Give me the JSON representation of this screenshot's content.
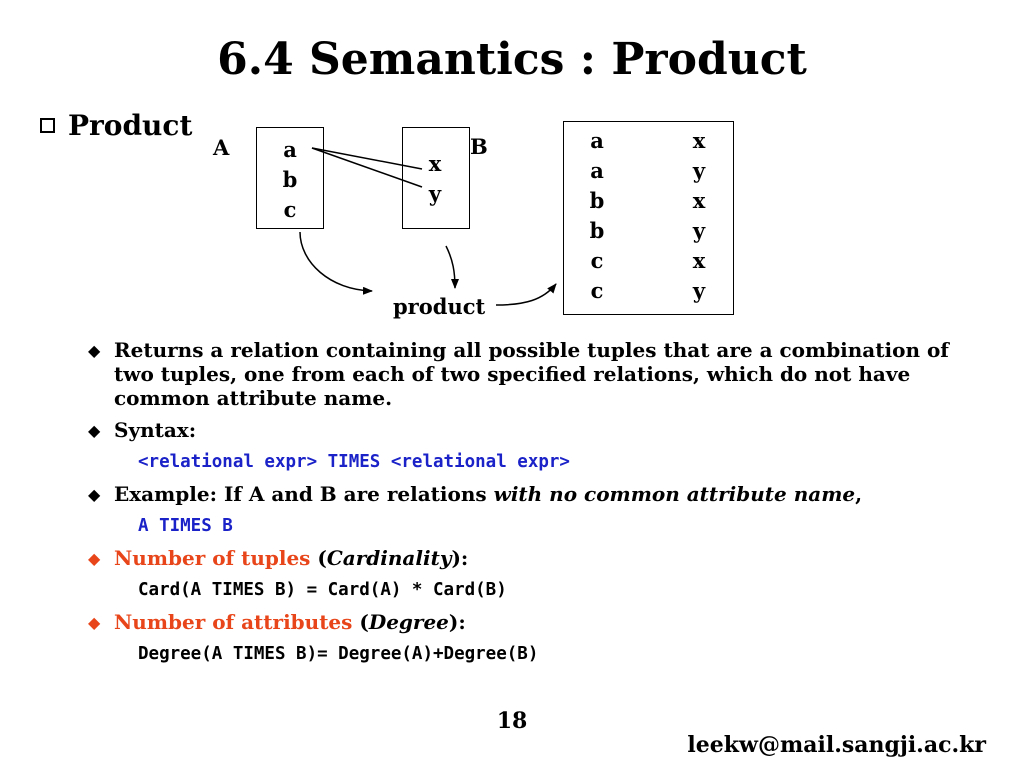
{
  "title": "6.4 Semantics : Product",
  "heading": "Product",
  "diagram": {
    "label_a": "A",
    "label_b": "B",
    "a_values": [
      "a",
      "b",
      "c"
    ],
    "b_values": [
      "x",
      "y"
    ],
    "result_rows": [
      [
        "a",
        "x"
      ],
      [
        "a",
        "y"
      ],
      [
        "b",
        "x"
      ],
      [
        "b",
        "y"
      ],
      [
        "c",
        "x"
      ],
      [
        "c",
        "y"
      ]
    ],
    "operation_label": "product"
  },
  "bullets": {
    "returns": "Returns a relation containing all possible tuples that are a combination of two tuples, one from each of two specified relations, which do not have common attribute name.",
    "syntax_label": "Syntax:",
    "syntax_code": "<relational expr> TIMES <relational expr>",
    "example_prefix": "Example: If A and B are relations ",
    "example_emph": "with no common attribute name",
    "example_suffix": ",",
    "example_code": "A TIMES B",
    "tuples_label": "Number of tuples",
    "tuples_paren_open": " (",
    "tuples_term": "Cardinality",
    "tuples_paren_close": "):",
    "tuples_code": "Card(A TIMES B) = Card(A) * Card(B)",
    "attrs_label": "Number of attributes",
    "attrs_paren_open": " (",
    "attrs_term": "Degree",
    "attrs_paren_close": "):",
    "attrs_code": "Degree(A TIMES B)= Degree(A)+Degree(B)"
  },
  "page_number": "18",
  "email": "leekw@mail.sangji.ac.kr",
  "colors": {
    "code_blue": "#1a22c8",
    "highlight_orange": "#e8461a",
    "text": "#000000"
  }
}
